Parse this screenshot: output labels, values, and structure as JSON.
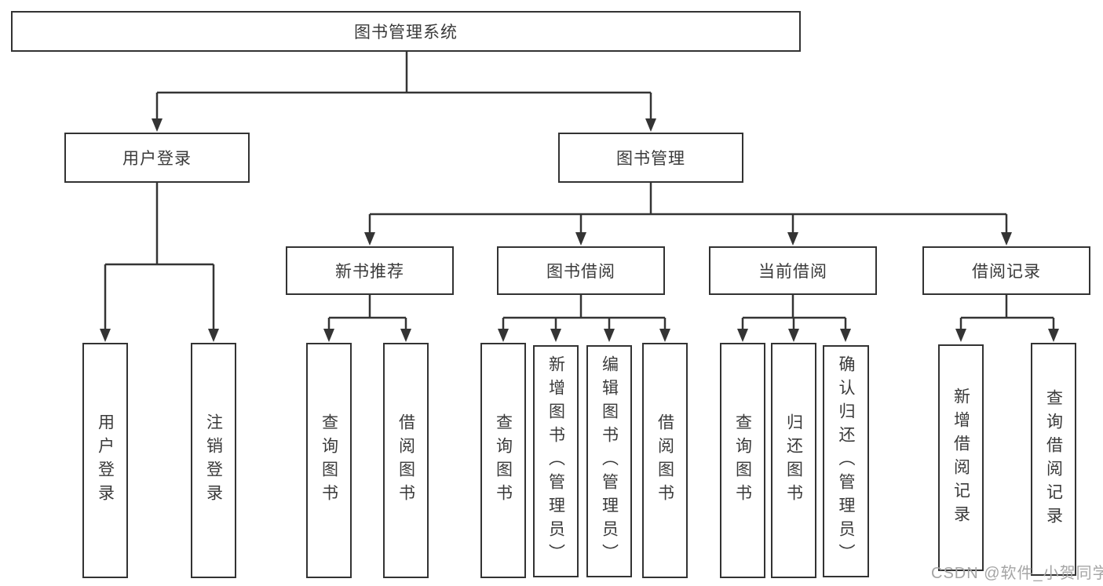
{
  "diagram_title": "图书管理系统",
  "colors": {
    "line": "#343434",
    "box_border": "#333333",
    "text": "#3a3a3a",
    "watermark": "#a5a5a5",
    "background": "#ffffff"
  },
  "tree": {
    "root": {
      "label": "图书管理系统"
    },
    "user_login": {
      "label": "用户登录",
      "children": [
        {
          "label": "用户登录"
        },
        {
          "label": "注销登录"
        }
      ]
    },
    "book_management": {
      "label": "图书管理",
      "sections": {
        "new_book_recommend": {
          "label": "新书推荐",
          "children": [
            {
              "label": "查询图书"
            },
            {
              "label": "借阅图书"
            }
          ]
        },
        "book_borrowing": {
          "label": "图书借阅",
          "children": [
            {
              "label": "查询图书"
            },
            {
              "label": "新增图书（管理员）"
            },
            {
              "label": "编辑图书（管理员）"
            },
            {
              "label": "借阅图书"
            }
          ]
        },
        "current_borrowing": {
          "label": "当前借阅",
          "children": [
            {
              "label": "查询图书"
            },
            {
              "label": "归还图书"
            },
            {
              "label": "确认归还（管理员）"
            }
          ]
        },
        "borrowing_records": {
          "label": "借阅记录",
          "children": [
            {
              "label": "新增借阅记录"
            },
            {
              "label": "查询借阅记录"
            }
          ]
        }
      }
    }
  },
  "watermark": {
    "text": "CSDN @软件_小贺同学"
  }
}
